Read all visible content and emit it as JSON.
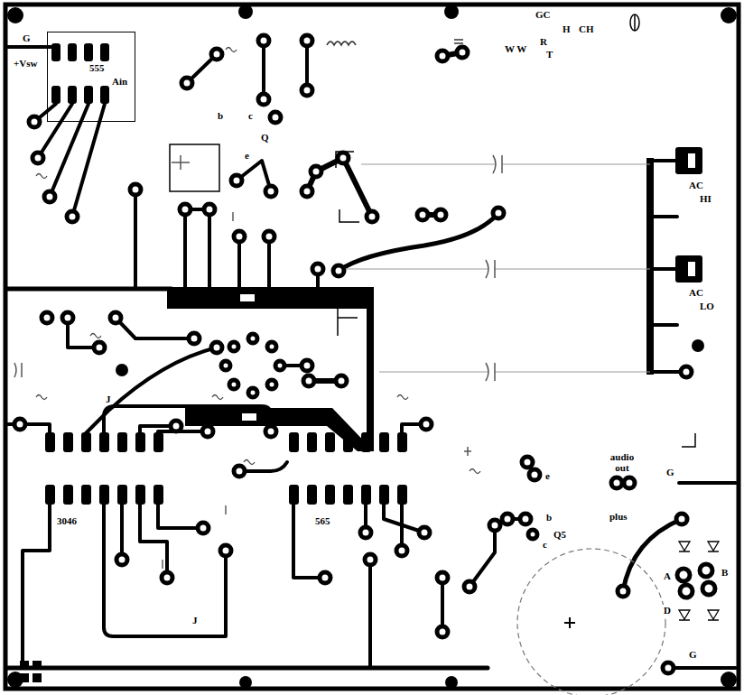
{
  "diagram": {
    "nodes": [
      {
        "text": [
          "555"
        ]
      }
    ],
    "labels": [
      "G",
      "+Vsw",
      "Ain",
      "b",
      "c",
      "Q",
      "e",
      "GC",
      "H",
      "CH",
      "W W",
      "R",
      "T",
      "AC",
      "HI",
      "AC",
      "LO",
      "J",
      "J",
      "e",
      "b",
      "c",
      "Q5",
      "audio out",
      "G",
      "plus",
      "3046",
      "565",
      "A",
      "B",
      "D",
      "G"
    ]
  }
}
